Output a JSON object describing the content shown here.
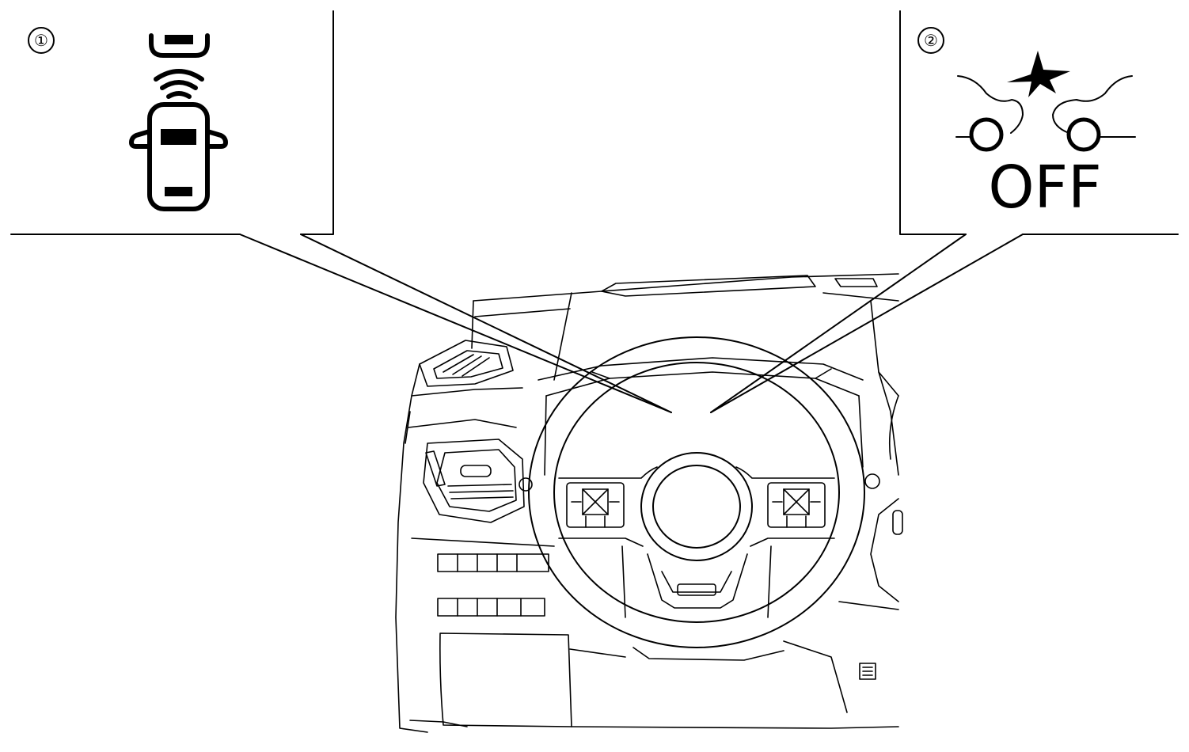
{
  "callouts": [
    {
      "marker": "①",
      "indicator": "parking-sensor-indicator"
    },
    {
      "marker": "②",
      "indicator": "collision-warning-off-indicator",
      "label": "OFF"
    }
  ],
  "colors": {
    "line": "#000000",
    "background": "#ffffff"
  },
  "icons": [
    "parking-sensor-icon",
    "collision-warning-off-icon",
    "steering-wheel",
    "dashboard"
  ]
}
